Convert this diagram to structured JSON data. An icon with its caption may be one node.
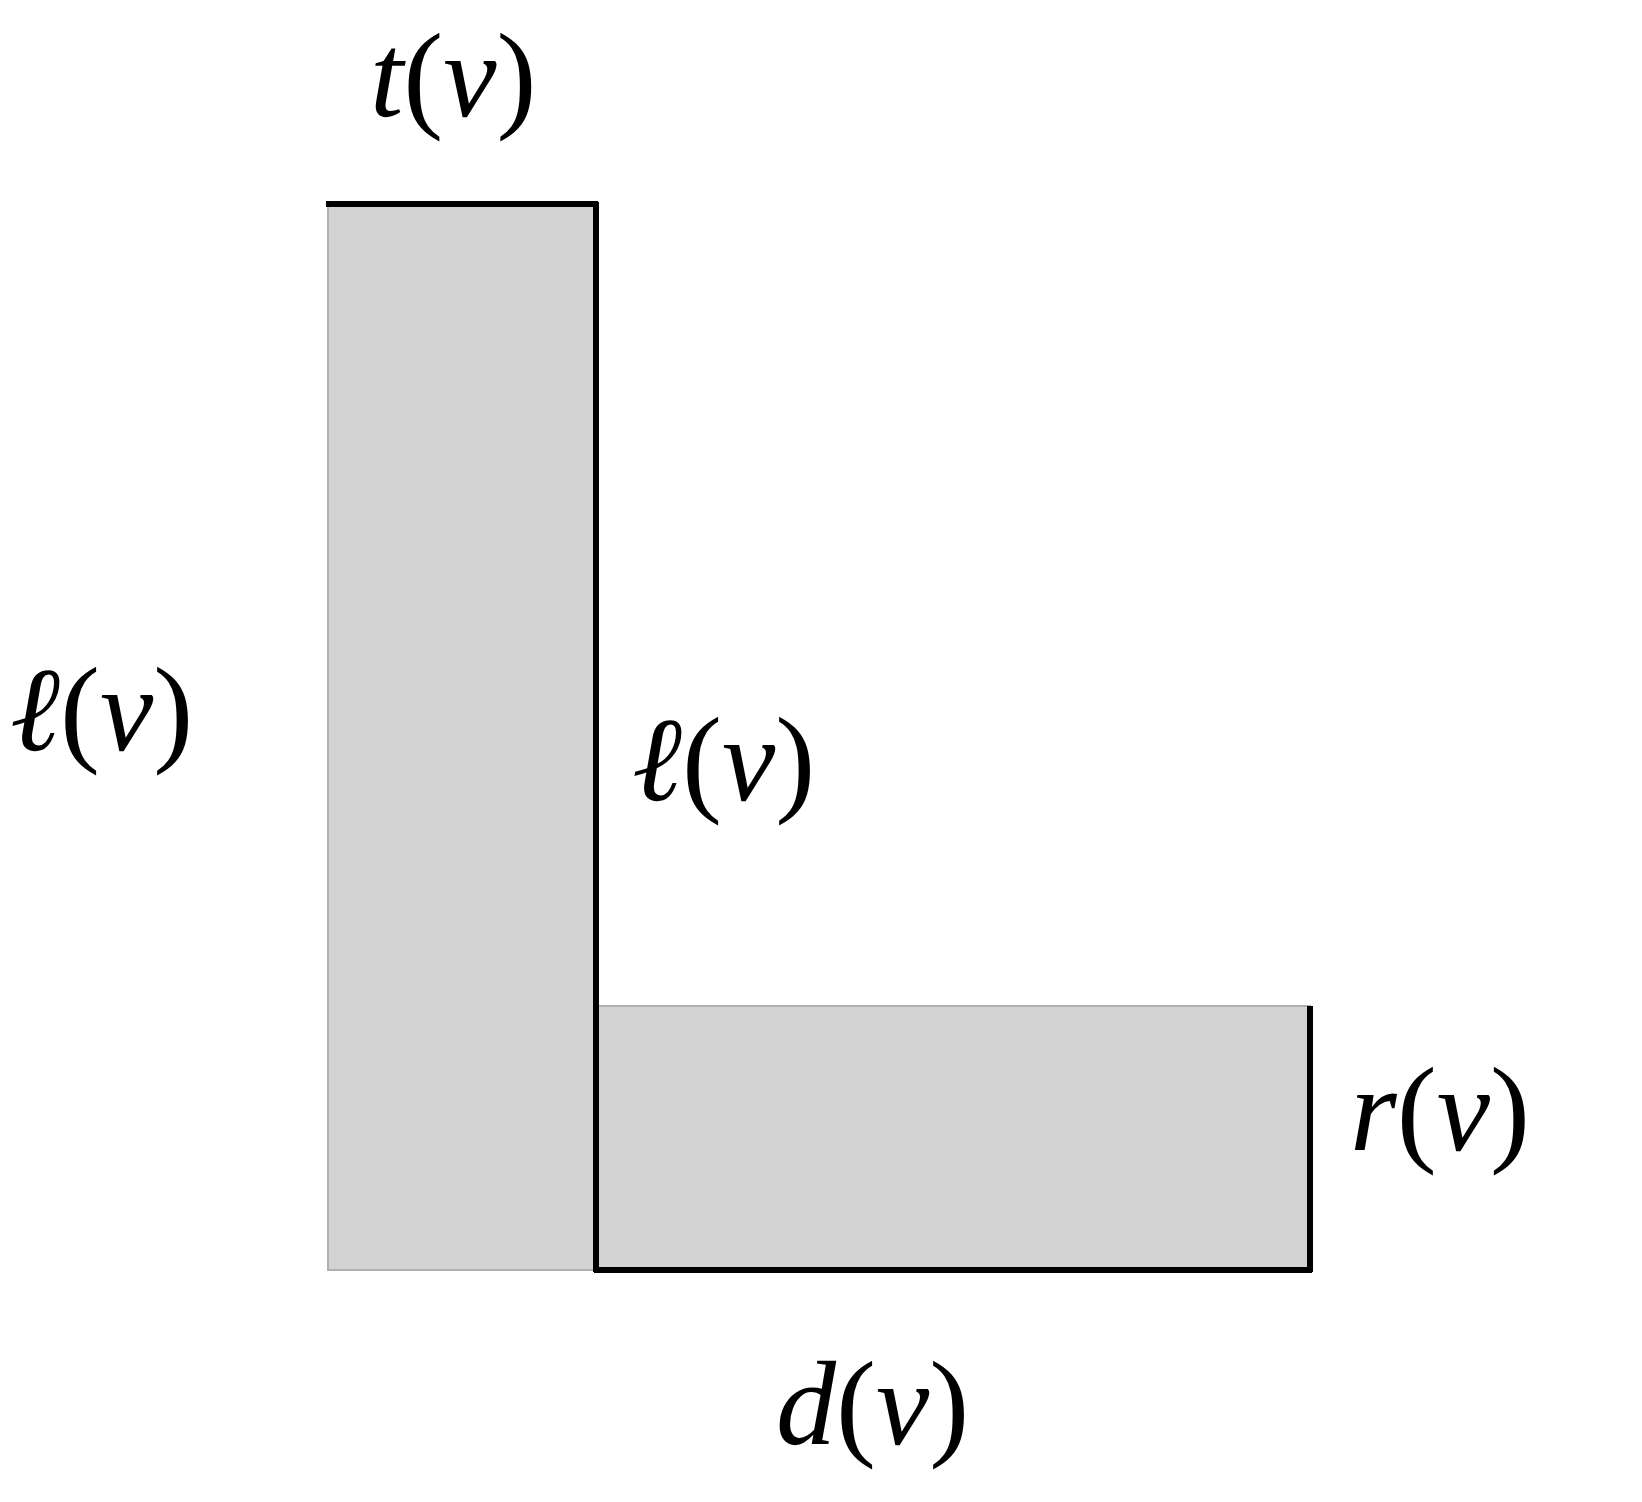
{
  "diagram": {
    "labels": [
      "*t*(*v*)",
      "*ℓ*(*v*)",
      "*ℓ*(*v*)",
      "*r*(*v*)",
      "*d*(*v*)"
    ]
  }
}
